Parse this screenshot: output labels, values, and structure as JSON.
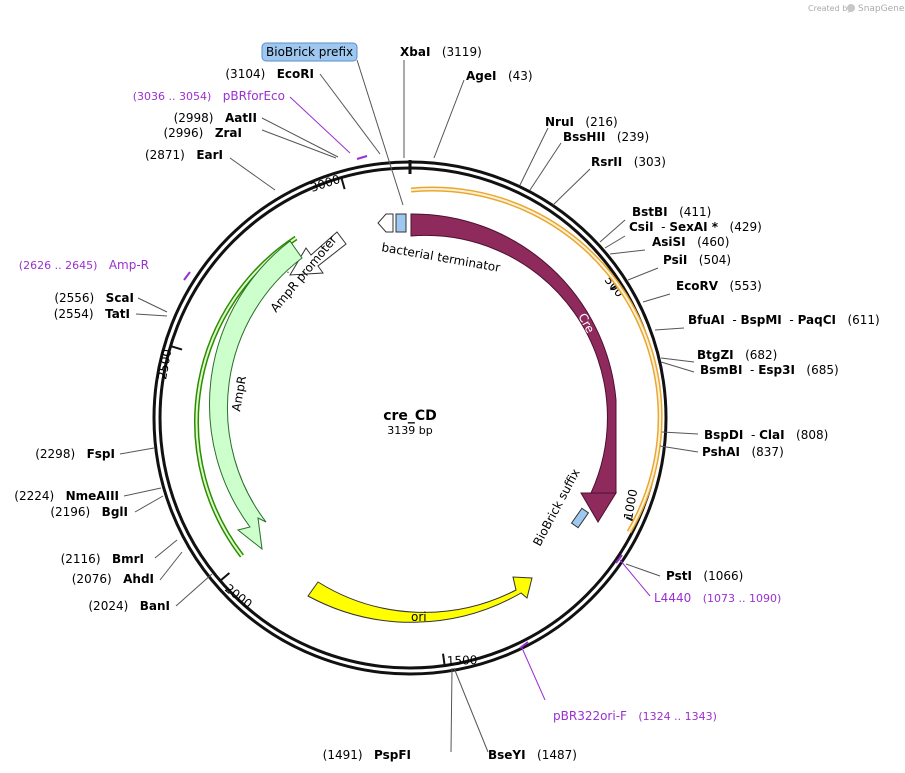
{
  "credit": {
    "prefix": "Created by",
    "brand": "SnapGene"
  },
  "plasmid": {
    "name": "cre_CD",
    "length": 3139,
    "length_label": "3139 bp"
  },
  "ticks": [
    "500",
    "1000",
    "1500",
    "2000",
    "2500",
    "3000"
  ],
  "sites": [
    {
      "name": "XbaI",
      "pos": "(3119)"
    },
    {
      "name": "AgeI",
      "pos": "(43)"
    },
    {
      "name": "NruI",
      "pos": "(216)"
    },
    {
      "name": "BssHII",
      "pos": "(239)"
    },
    {
      "name": "RsrII",
      "pos": "(303)"
    },
    {
      "name": "BstBI",
      "pos": "(411)"
    },
    {
      "name": "CsiI",
      "pos": "(429)",
      "extra": [
        "SexAI *"
      ]
    },
    {
      "name": "AsiSI",
      "pos": "(460)"
    },
    {
      "name": "PsiI",
      "pos": "(504)"
    },
    {
      "name": "EcoRV",
      "pos": "(553)"
    },
    {
      "name": "BfuAI",
      "pos": "(611)",
      "extra": [
        "BspMI",
        "PaqCI"
      ]
    },
    {
      "name": "BtgZI",
      "pos": "(682)"
    },
    {
      "name": "BsmBI",
      "pos": "(685)",
      "extra": [
        "Esp3I"
      ]
    },
    {
      "name": "BspDI",
      "pos": "(808)",
      "extra": [
        "ClaI"
      ]
    },
    {
      "name": "PshAI",
      "pos": "(837)"
    },
    {
      "name": "PstI",
      "pos": "(1066)"
    },
    {
      "name": "BseYI",
      "pos": "(1487)"
    },
    {
      "name": "PspFI",
      "pos": "(1491)"
    },
    {
      "name": "BanI",
      "pos": "(2024)"
    },
    {
      "name": "AhdI",
      "pos": "(2076)"
    },
    {
      "name": "BmrI",
      "pos": "(2116)"
    },
    {
      "name": "BglI",
      "pos": "(2196)"
    },
    {
      "name": "NmeAIII",
      "pos": "(2224)"
    },
    {
      "name": "FspI",
      "pos": "(2298)"
    },
    {
      "name": "TatI",
      "pos": "(2554)"
    },
    {
      "name": "ScaI",
      "pos": "(2556)"
    },
    {
      "name": "EarI",
      "pos": "(2871)"
    },
    {
      "name": "ZraI",
      "pos": "(2996)"
    },
    {
      "name": "AatII",
      "pos": "(2998)"
    },
    {
      "name": "EcoRI",
      "pos": "(3104)"
    }
  ],
  "primers": [
    {
      "name": "L4440",
      "range": "(1073 .. 1090)"
    },
    {
      "name": "pBR322ori-F",
      "range": "(1324 .. 1343)"
    },
    {
      "name": "Amp-R",
      "range": "(2626 .. 2645)"
    },
    {
      "name": "pBRforEco",
      "range": "(3036 .. 3054)"
    }
  ],
  "features": {
    "biobrick_prefix": "BioBrick prefix",
    "bacterial_terminator": "bacterial terminator",
    "cre": "Cre",
    "biobrick_suffix": "BioBrick suffix",
    "ori": "ori",
    "ampr": "AmpR",
    "ampr_promoter": "AmpR promoter"
  },
  "colors": {
    "cre": "#8e2b5c",
    "ori": "#ffff00",
    "ampr": "#ccffcc",
    "biobrick": "#9ec8f0",
    "primer": "#9b30d0",
    "orf_orange": "#e8a830",
    "orf_green": "#2e8b00"
  }
}
